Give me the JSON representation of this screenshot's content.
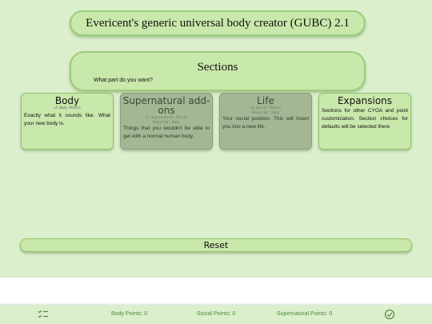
{
  "header": {
    "title": "Evericent's generic universal body creator (GUBC) 2.1"
  },
  "sections": {
    "title": "Sections",
    "subtitle": "What part do you want?",
    "cards": [
      {
        "title": "Body",
        "meta1": "+5 Body Points",
        "meta2": "",
        "description": "Exactly what it sounds like. What your new body is.",
        "locked": false
      },
      {
        "title": "Supernatural add-ons",
        "meta1": "+5 Supernatural Points",
        "meta2": "Required: Body",
        "description": "Things that you wouldn't be able to get with a normal human body.",
        "locked": true
      },
      {
        "title": "Life",
        "meta1": "+5 Social Points",
        "meta2": "Required: Body",
        "description": "Your social position. This will insert you into a new life.",
        "locked": true
      },
      {
        "title": "Expansions",
        "meta1": "",
        "meta2": "",
        "description": "Sections for other CYOA and point customization. Section choices for defaults will be selected there",
        "locked": false
      }
    ]
  },
  "reset_label": "Reset",
  "bottom_bar": {
    "body_points": "Body Points: 0",
    "social_points": "Social Points: 0",
    "supernatural_points": "Supernatural Points: 0",
    "accent_color": "#4f8a3a"
  }
}
